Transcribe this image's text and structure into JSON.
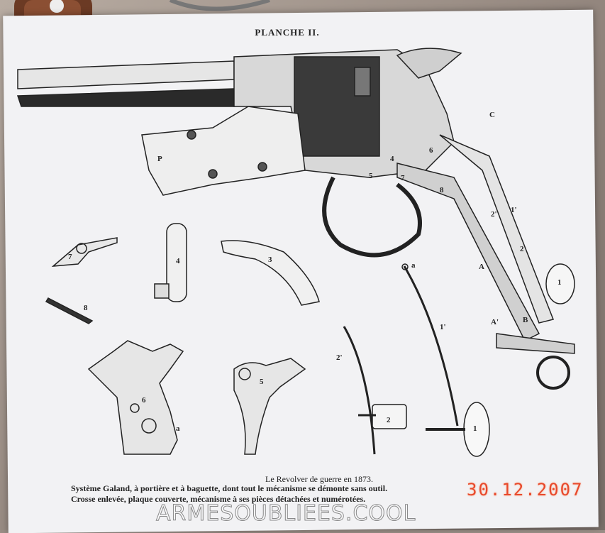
{
  "plate": {
    "title": "PLANCHE II.",
    "caption_line1": "Le Revolver de guerre en 1873.",
    "caption_line2": "Système Galand, à portière et à baguette,  dont tout le mécanisme se démonte sans outil.",
    "caption_line3": "Crosse enlevée, plaque couverte, mécanisme à ses pièces détachées et numérotées."
  },
  "part_labels": {
    "p": "P",
    "c": "C",
    "n3": "3",
    "n4": "4",
    "n5": "5",
    "n6": "6",
    "n7": "7",
    "n8": "8",
    "n2p": "2'",
    "n1p": "1'",
    "n2": "2",
    "n1": "1",
    "A": "A",
    "Ap": "A'",
    "B": "B",
    "alpha": "a"
  },
  "date_stamp": "30.12.2007",
  "watermark": "ARMESOUBLIEES.COOL",
  "colors": {
    "paper": "#f2f2f4",
    "ink": "#222222",
    "stamp": "#e8492c"
  }
}
